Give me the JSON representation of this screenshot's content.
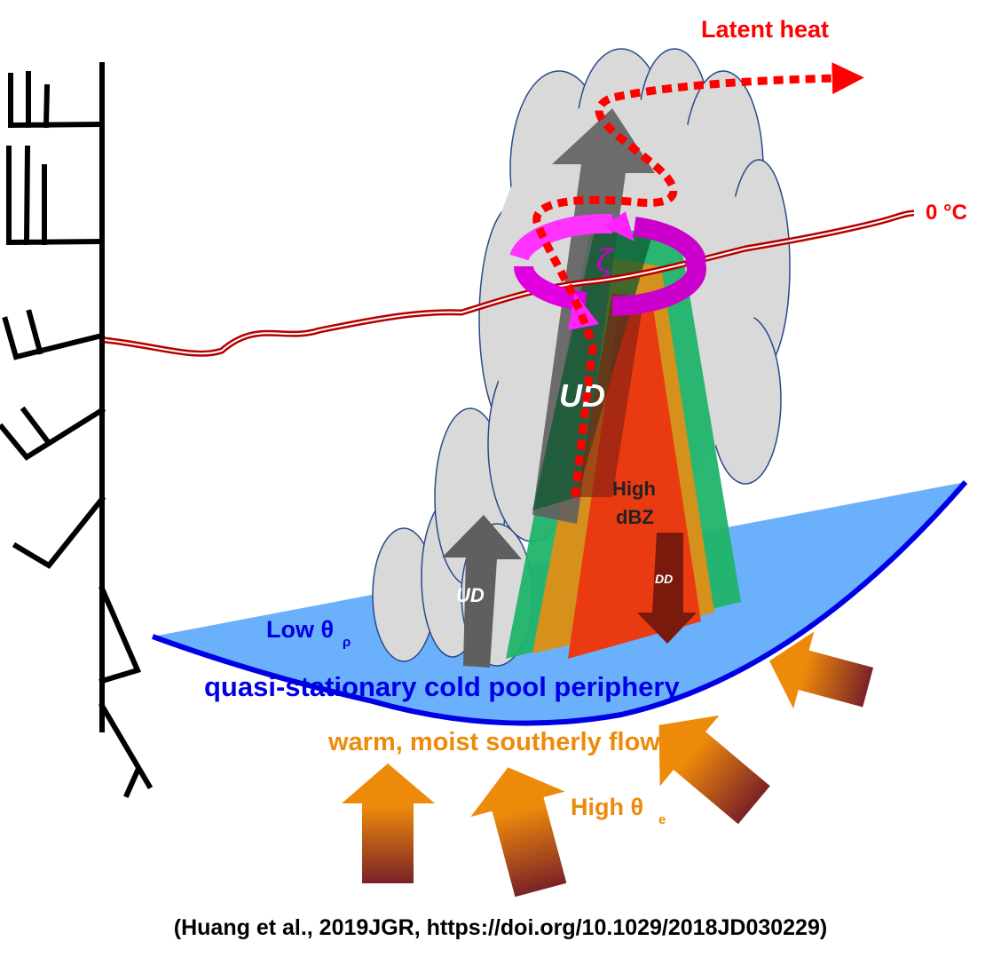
{
  "labels": {
    "latent_heat": "Latent heat",
    "zero_c": "0 °C",
    "vorticity": "ζ",
    "ud_main": "UD",
    "ud_small": "UD",
    "dd": "DD",
    "high_dbz_1": "High",
    "high_dbz_2": "dBZ",
    "low_theta": "Low θ",
    "low_theta_sub": "ρ",
    "cold_pool": "quasi-stationary cold pool periphery",
    "southerly_flow": "warm, moist southerly flow",
    "high_theta": "High θ",
    "high_theta_sub": "e"
  },
  "citation": "(Huang et al., 2019JGR, https://doi.org/10.1029/2018JD030229)",
  "colors": {
    "red": "#ff0000",
    "blue": "#0000e6",
    "cold_pool_fill": "#6ab0fb",
    "orange": "#ee8a0a",
    "magenta": "#ff22ff",
    "cloud": "#d9d9d9"
  }
}
